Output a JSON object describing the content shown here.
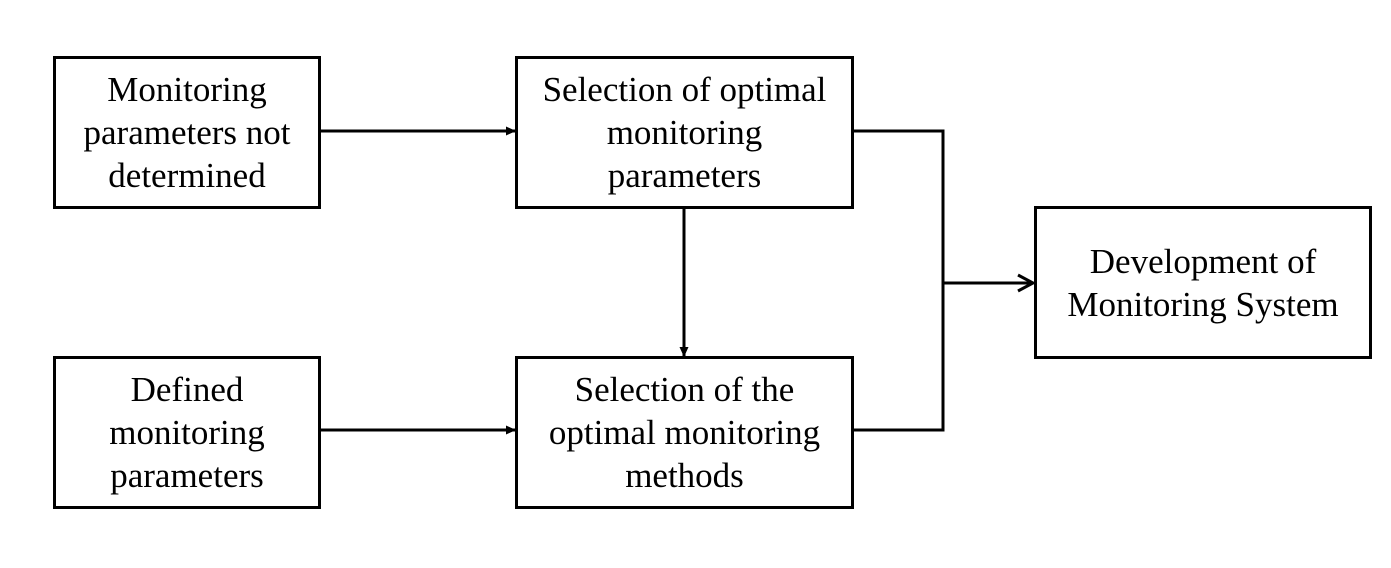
{
  "boxes": {
    "params_not_determined": {
      "lines": [
        "Monitoring",
        "parameters not",
        "determined"
      ]
    },
    "select_optimal_params": {
      "lines": [
        "Selection of optimal",
        "monitoring",
        "parameters"
      ]
    },
    "defined_params": {
      "lines": [
        "Defined",
        "monitoring",
        "parameters"
      ]
    },
    "select_optimal_methods": {
      "lines": [
        "Selection of the",
        "optimal monitoring",
        "methods"
      ]
    },
    "development": {
      "lines": [
        "Development of",
        "Monitoring System"
      ]
    }
  },
  "colors": {
    "stroke": "#000000",
    "background": "#ffffff",
    "text": "#000000"
  }
}
